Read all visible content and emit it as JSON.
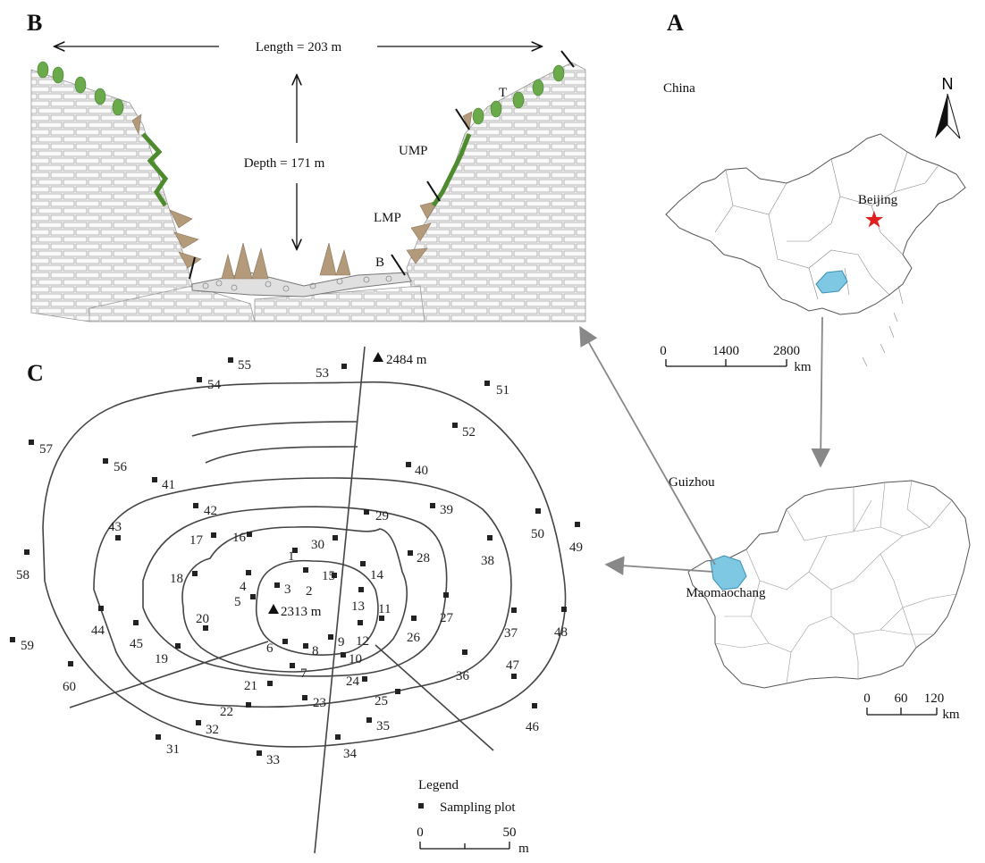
{
  "panel_b": {
    "letter": "B",
    "length_label": "Length = 203 m",
    "depth_label": "Depth = 171 m",
    "zones": [
      "T",
      "UMP",
      "LMP",
      "B"
    ]
  },
  "panel_a": {
    "letter": "A",
    "country_label": "China",
    "capital_label": "Beijing",
    "north_label": "N",
    "scale_ticks": [
      "0",
      "1400",
      "2800"
    ],
    "scale_unit": "km",
    "province_label": "Guizhou",
    "site_label": "Maomaochang",
    "province_scale_ticks": [
      "0",
      "60",
      "120"
    ],
    "province_scale_unit": "km",
    "colors": {
      "highlight": "#7ec8e3",
      "star": "#e02020"
    }
  },
  "panel_c": {
    "letter": "C",
    "peak_top": "2484 m",
    "peak_center": "2313 m",
    "legend_title": "Legend",
    "legend_item": "Sampling plot",
    "scale_ticks": [
      "0",
      "50"
    ],
    "scale_unit": "m",
    "plots": [
      "1",
      "2",
      "3",
      "4",
      "5",
      "6",
      "7",
      "8",
      "9",
      "10",
      "11",
      "12",
      "13",
      "14",
      "15",
      "16",
      "17",
      "18",
      "19",
      "20",
      "21",
      "22",
      "23",
      "24",
      "25",
      "26",
      "27",
      "28",
      "29",
      "30",
      "31",
      "32",
      "33",
      "34",
      "35",
      "36",
      "37",
      "38",
      "39",
      "40",
      "41",
      "42",
      "43",
      "44",
      "45",
      "46",
      "47",
      "48",
      "49",
      "50",
      "51",
      "52",
      "53",
      "54",
      "55",
      "56",
      "57",
      "58",
      "59",
      "60"
    ]
  }
}
